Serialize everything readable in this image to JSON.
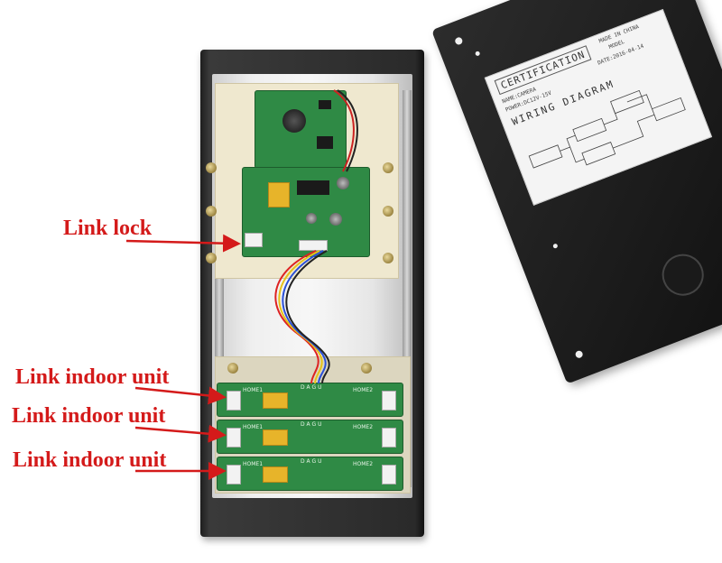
{
  "callouts": {
    "lock": "Link  lock",
    "indoor_1": "Link indoor unit",
    "indoor_2": "Link indoor unit",
    "indoor_3": "Link indoor unit"
  },
  "sticker": {
    "certification": "CERTIFICATION",
    "made_in": "MADE IN CHINA",
    "model": "MODEL",
    "name": "NAME:CAMERA",
    "power": "POWER:DC12V-15V",
    "date": "DATE:2016-04-14",
    "wiring_diagram": "WIRING  DIAGRAM"
  },
  "board_labels": {
    "home1": "HOME1",
    "home2": "HOME2",
    "dagu": "D A G U"
  },
  "colors": {
    "callout": "#d41a1a",
    "pcb": "#2f8a45",
    "housing": "#2a2a2a",
    "frame": "#efe8cf"
  }
}
